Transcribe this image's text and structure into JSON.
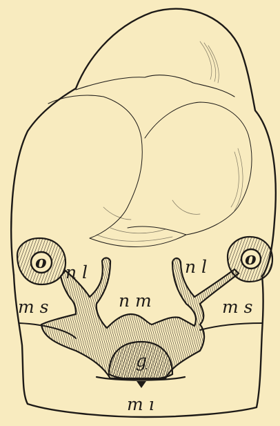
{
  "figure": {
    "labels": {
      "left_eye": "o",
      "right_eye": "o",
      "left_nasolateral": "n l",
      "right_nasolateral": "n l",
      "left_maxillary": "m s",
      "right_maxillary": "m s",
      "nasomedial": "n m",
      "median_region": "g",
      "mandible": "m ı"
    }
  }
}
